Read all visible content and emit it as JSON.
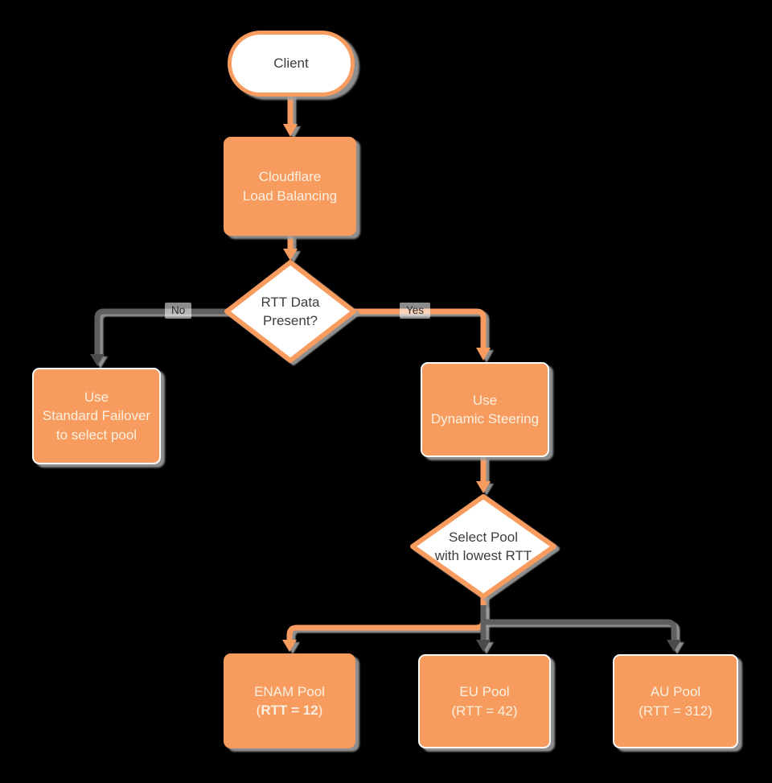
{
  "colors": {
    "background": "#000000",
    "orange": "#F89B5F",
    "gray_line": "#5E5E5E",
    "dark_arrowhead": "#4C4C4C",
    "shadow": "#9E9E9E",
    "text_dark": "#3D3D3D",
    "text_light": "#FAF0E1"
  },
  "nodes": {
    "client": {
      "label": "Client"
    },
    "cloudflare_lb": {
      "line1": "Cloudflare",
      "line2": "Load Balancing"
    },
    "rtt_decision": {
      "line1": "RTT Data",
      "line2": "Present?"
    },
    "standard_failover": {
      "line1": "Use",
      "line2": "Standard Failover",
      "line3": "to select pool"
    },
    "dynamic_steering": {
      "line1": "Use",
      "line2": "Dynamic Steering"
    },
    "select_pool": {
      "line1": "Select Pool",
      "line2": "with lowest RTT"
    },
    "enam_pool": {
      "line1": "ENAM Pool",
      "line2_open": "(",
      "line2_bold": "RTT = 12",
      "line2_close": ")"
    },
    "eu_pool": {
      "line1": "EU Pool",
      "line2": "(RTT = 42)"
    },
    "au_pool": {
      "line1": "AU Pool",
      "line2": "(RTT = 312)"
    }
  },
  "edges": {
    "no_label": "No",
    "yes_label": "Yes"
  }
}
